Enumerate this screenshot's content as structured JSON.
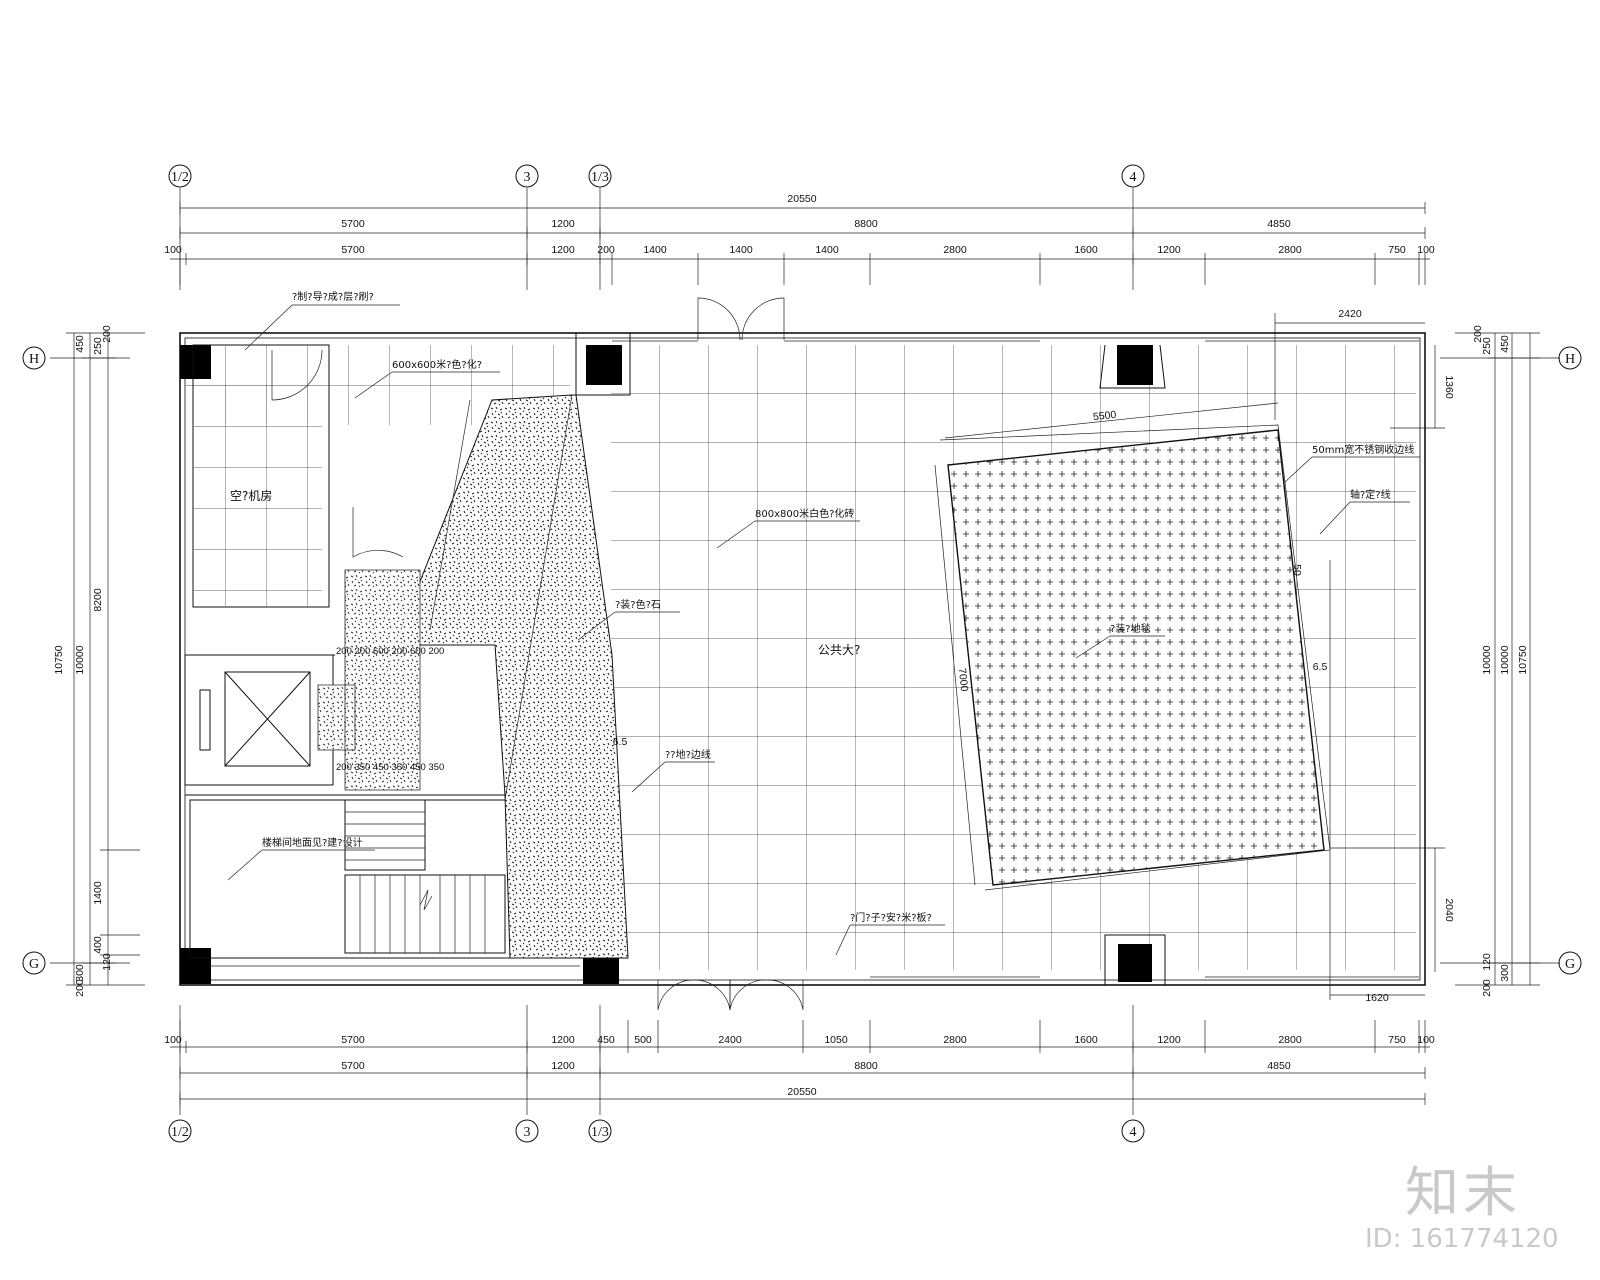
{
  "axes_top": [
    "1/2",
    "3",
    "1/3",
    "4"
  ],
  "axes_bottom": [
    "1/2",
    "3",
    "1/3",
    "4"
  ],
  "axes_side": [
    "H",
    "G"
  ],
  "dims_top": {
    "total": "20550",
    "row1": [
      "5700",
      "1200",
      "8800",
      "4850"
    ],
    "row2": [
      "100",
      "5700",
      "1200",
      "200",
      "1400",
      "1400",
      "1400",
      "2800",
      "1600",
      "1200",
      "2800",
      "750",
      "100"
    ]
  },
  "dims_bottom": {
    "row1": [
      "100",
      "5700",
      "1200",
      "450",
      "500",
      "2400",
      "1050",
      "2800",
      "1600",
      "1200",
      "2800",
      "750",
      "100"
    ],
    "row2": [
      "5700",
      "1200",
      "8800",
      "4850"
    ],
    "total": "20550"
  },
  "dims_left": {
    "total": "10750",
    "mid": "10000",
    "a": "8200",
    "b": "1400",
    "top": [
      "450",
      "250",
      "200"
    ],
    "bottom": [
      "400",
      "120",
      "300",
      "200"
    ]
  },
  "dims_right": {
    "total": "10750",
    "mid": "10000",
    "top": [
      "450",
      "250",
      "200"
    ],
    "bottom": [
      "120",
      "300",
      "200"
    ]
  },
  "dims_inner": [
    "2420",
    "1360",
    "5500",
    "7000",
    "2040",
    "1620",
    "6.5",
    "6.5",
    "50"
  ],
  "stair_dims": {
    "top": "200 200 600 200 600 200",
    "bottom": "200 350 450 350 450 350"
  },
  "labels": {
    "ac_room": "空?机房",
    "lobby": "公共大?",
    "tile_600": "600x600米?色?化?",
    "tile_800": "800x800米白色?化砖",
    "stair_note": "楼梯间地面见?建?设计",
    "partition_note": "?制?导?成?层?刷?",
    "stone": "?装?色?石",
    "floor_line": "??地?边线",
    "steel_line": "50mm宽不锈钢收边线",
    "axis_line": "轴?定?线",
    "carpet": "?装?地毯",
    "door_note": "?门?子?安?米?板?"
  },
  "watermark": {
    "brand": "知末",
    "id": "ID: 161774120"
  }
}
